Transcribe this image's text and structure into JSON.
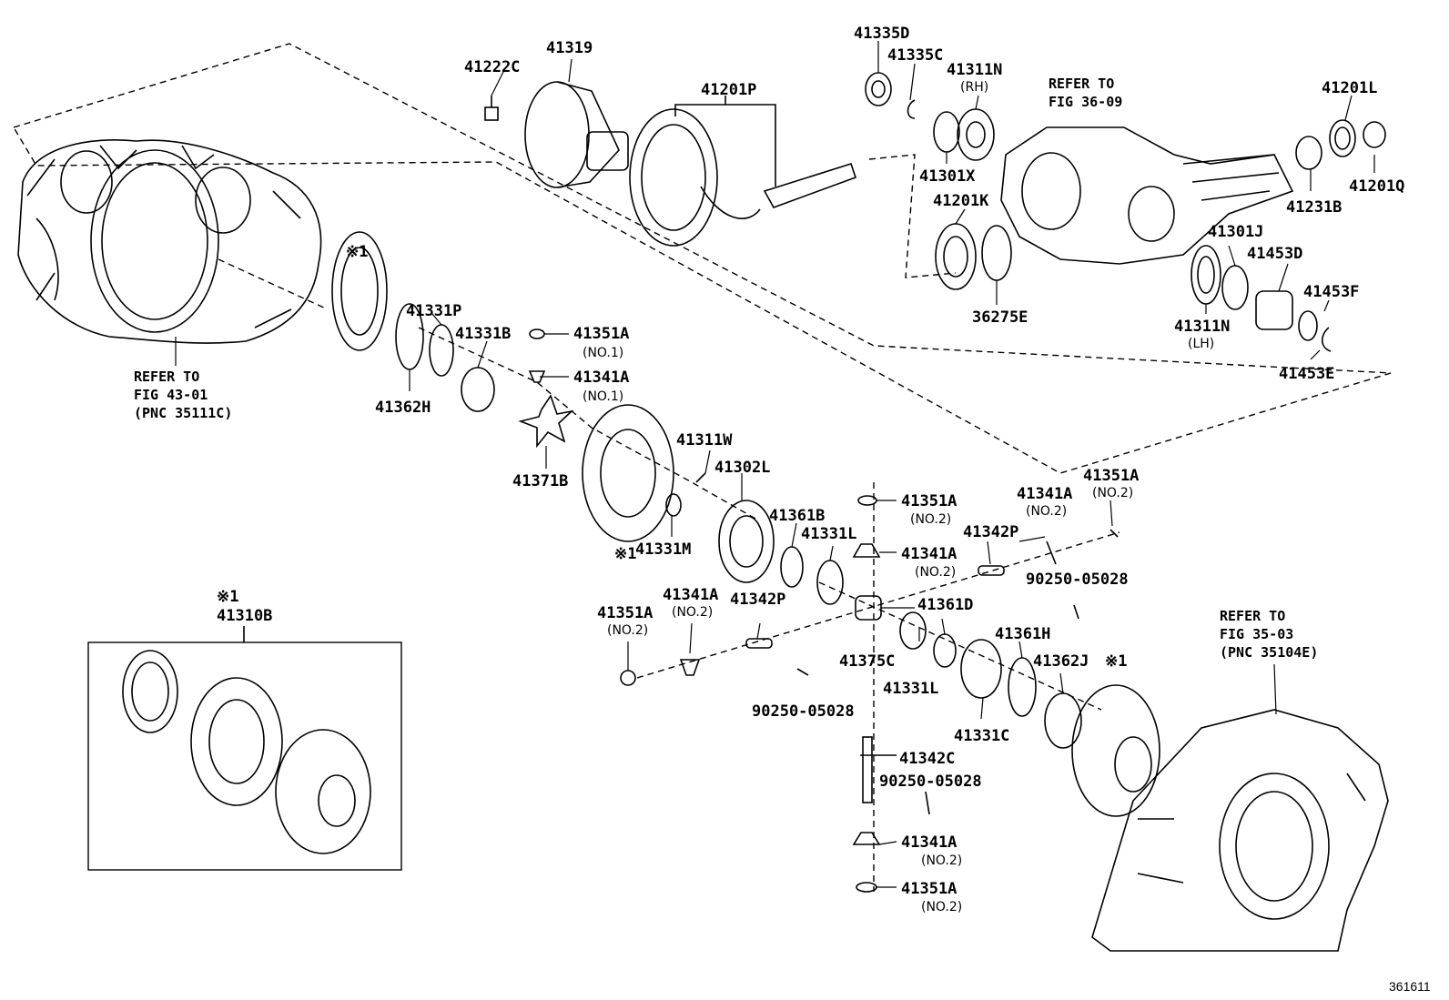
{
  "figure_number": "361611",
  "marker": "※1",
  "labels": {
    "p41222C": "41222C",
    "p41319": "41319",
    "p41201P": "41201P",
    "p41335D": "41335D",
    "p41335C": "41335C",
    "p41311N_rh": "41311N",
    "rh": "(RH)",
    "p41301X": "41301X",
    "p41201K": "41201K",
    "p36275E": "36275E",
    "p41201L": "41201L",
    "p41201Q": "41201Q",
    "p41231B": "41231B",
    "p41301J": "41301J",
    "p41453D": "41453D",
    "p41453F": "41453F",
    "p41311N_lh": "41311N",
    "lh": "(LH)",
    "p41453E": "41453E",
    "p41331P": "41331P",
    "p41331B": "41331B",
    "p41351A_1": "41351A",
    "no1_a": "(NO.1)",
    "p41341A_1": "41341A",
    "no1_b": "(NO.1)",
    "p41362H": "41362H",
    "p41371B": "41371B",
    "p41311W": "41311W",
    "p41302L": "41302L",
    "p41331M": "41331M",
    "p41361B": "41361B",
    "p41331L_a": "41331L",
    "p41351A_2a": "41351A",
    "no2_a": "(NO.2)",
    "p41341A_2a": "41341A",
    "no2_b": "(NO.2)",
    "p41341A_2b": "41341A",
    "no2_c": "(NO.2)",
    "p41351A_2b": "41351A",
    "no2_d": "(NO.2)",
    "p41342P_a": "41342P",
    "p90250_a": "90250-05028",
    "p41375C": "41375C",
    "p41361D": "41361D",
    "p41331L_b": "41331L",
    "p41361H": "41361H",
    "p41362J": "41362J",
    "p41331C": "41331C",
    "p41351A_2c": "41351A",
    "no2_e": "(NO.2)",
    "p41341A_2c": "41341A",
    "no2_f": "(NO.2)",
    "p41342P_b": "41342P",
    "p90250_b": "90250-05028",
    "p41342C": "41342C",
    "p90250_c": "90250-05028",
    "p41341A_2d": "41341A",
    "no2_g": "(NO.2)",
    "p41351A_2d": "41351A",
    "no2_h": "(NO.2)",
    "p41310B": "41310B"
  },
  "references": {
    "fig_36_09": "REFER TO\nFIG 36-09",
    "fig_43_01": "REFER TO\nFIG 43-01\n(PNC 35111C)",
    "fig_35_03": "REFER TO\nFIG 35-03\n(PNC 35104E)"
  }
}
